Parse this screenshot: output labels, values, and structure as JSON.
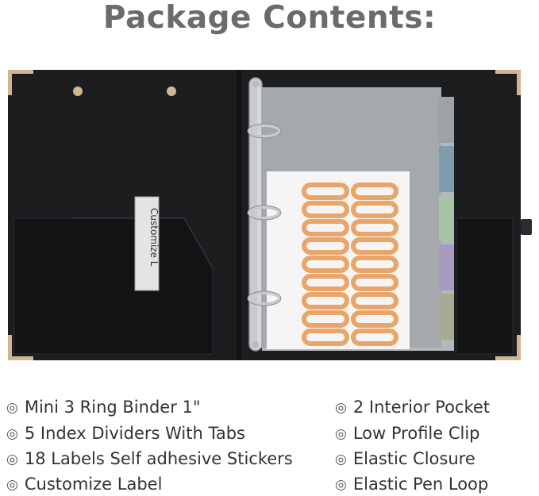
{
  "title": "Package Contents:",
  "label_card_text": "Customize L",
  "bullet_symbol": "◎",
  "features_left": [
    "Mini 3 Ring Binder 1\"",
    "5 Index Dividers With Tabs",
    "18 Labels Self adhesive Stickers",
    "Customize Label"
  ],
  "features_right": [
    "2 Interior Pocket",
    "Low Profile Clip",
    "Elastic Closure",
    "Elastic Pen Loop"
  ],
  "colors": {
    "cover": "#1c1d1f",
    "corner": "#cdb690",
    "divider": "#a6a9ab",
    "tab_blue": "#7f9cb0",
    "tab_green": "#a7c3a8",
    "tab_purple": "#a79cc0",
    "tab_olive": "#a8ab93",
    "label_sticker": "#e8a66b"
  }
}
